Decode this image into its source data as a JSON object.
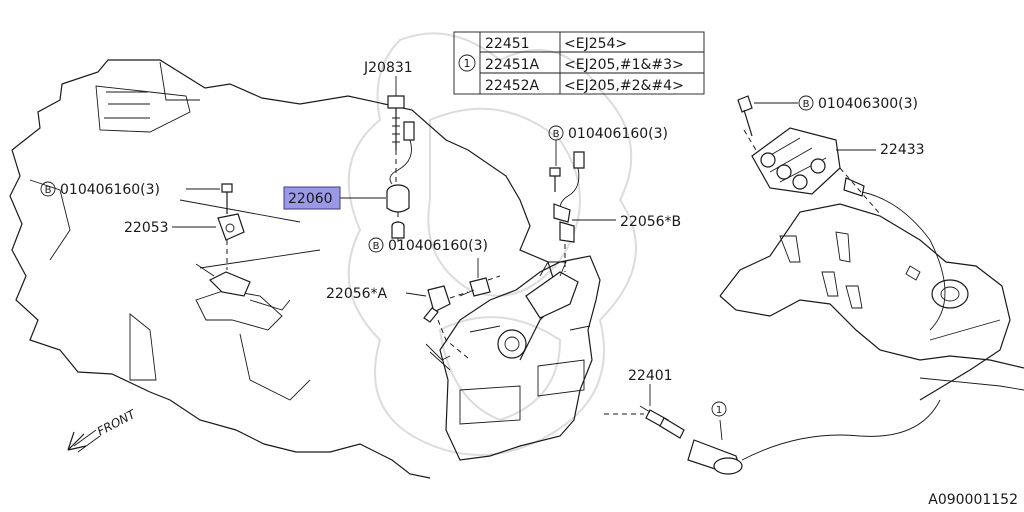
{
  "table": {
    "marker": "1",
    "rows": [
      {
        "part": "22451",
        "desc": "<EJ254>"
      },
      {
        "part": "22451A",
        "desc": "<EJ205,#1&#3>"
      },
      {
        "part": "22452A",
        "desc": "<EJ205,#2&#4>"
      }
    ]
  },
  "labels": {
    "j20831": "J20831",
    "bolt_left": "010406160(3)",
    "p22053": "22053",
    "p22060": "22060",
    "bolt_mid_bottom": "010406160(3)",
    "bolt_mid_top": "010406160(3)",
    "p22056b": "22056*B",
    "p22056a": "22056*A",
    "bolt_right": "010406300(3)",
    "p22433": "22433",
    "p22401": "22401",
    "callout_1": "1",
    "front": "FRONT",
    "ref_code": "A090001152"
  },
  "icons": {
    "bolt_marker": "B",
    "front_arrow": "front-arrow-icon"
  },
  "highlight_color": "#9999e6"
}
